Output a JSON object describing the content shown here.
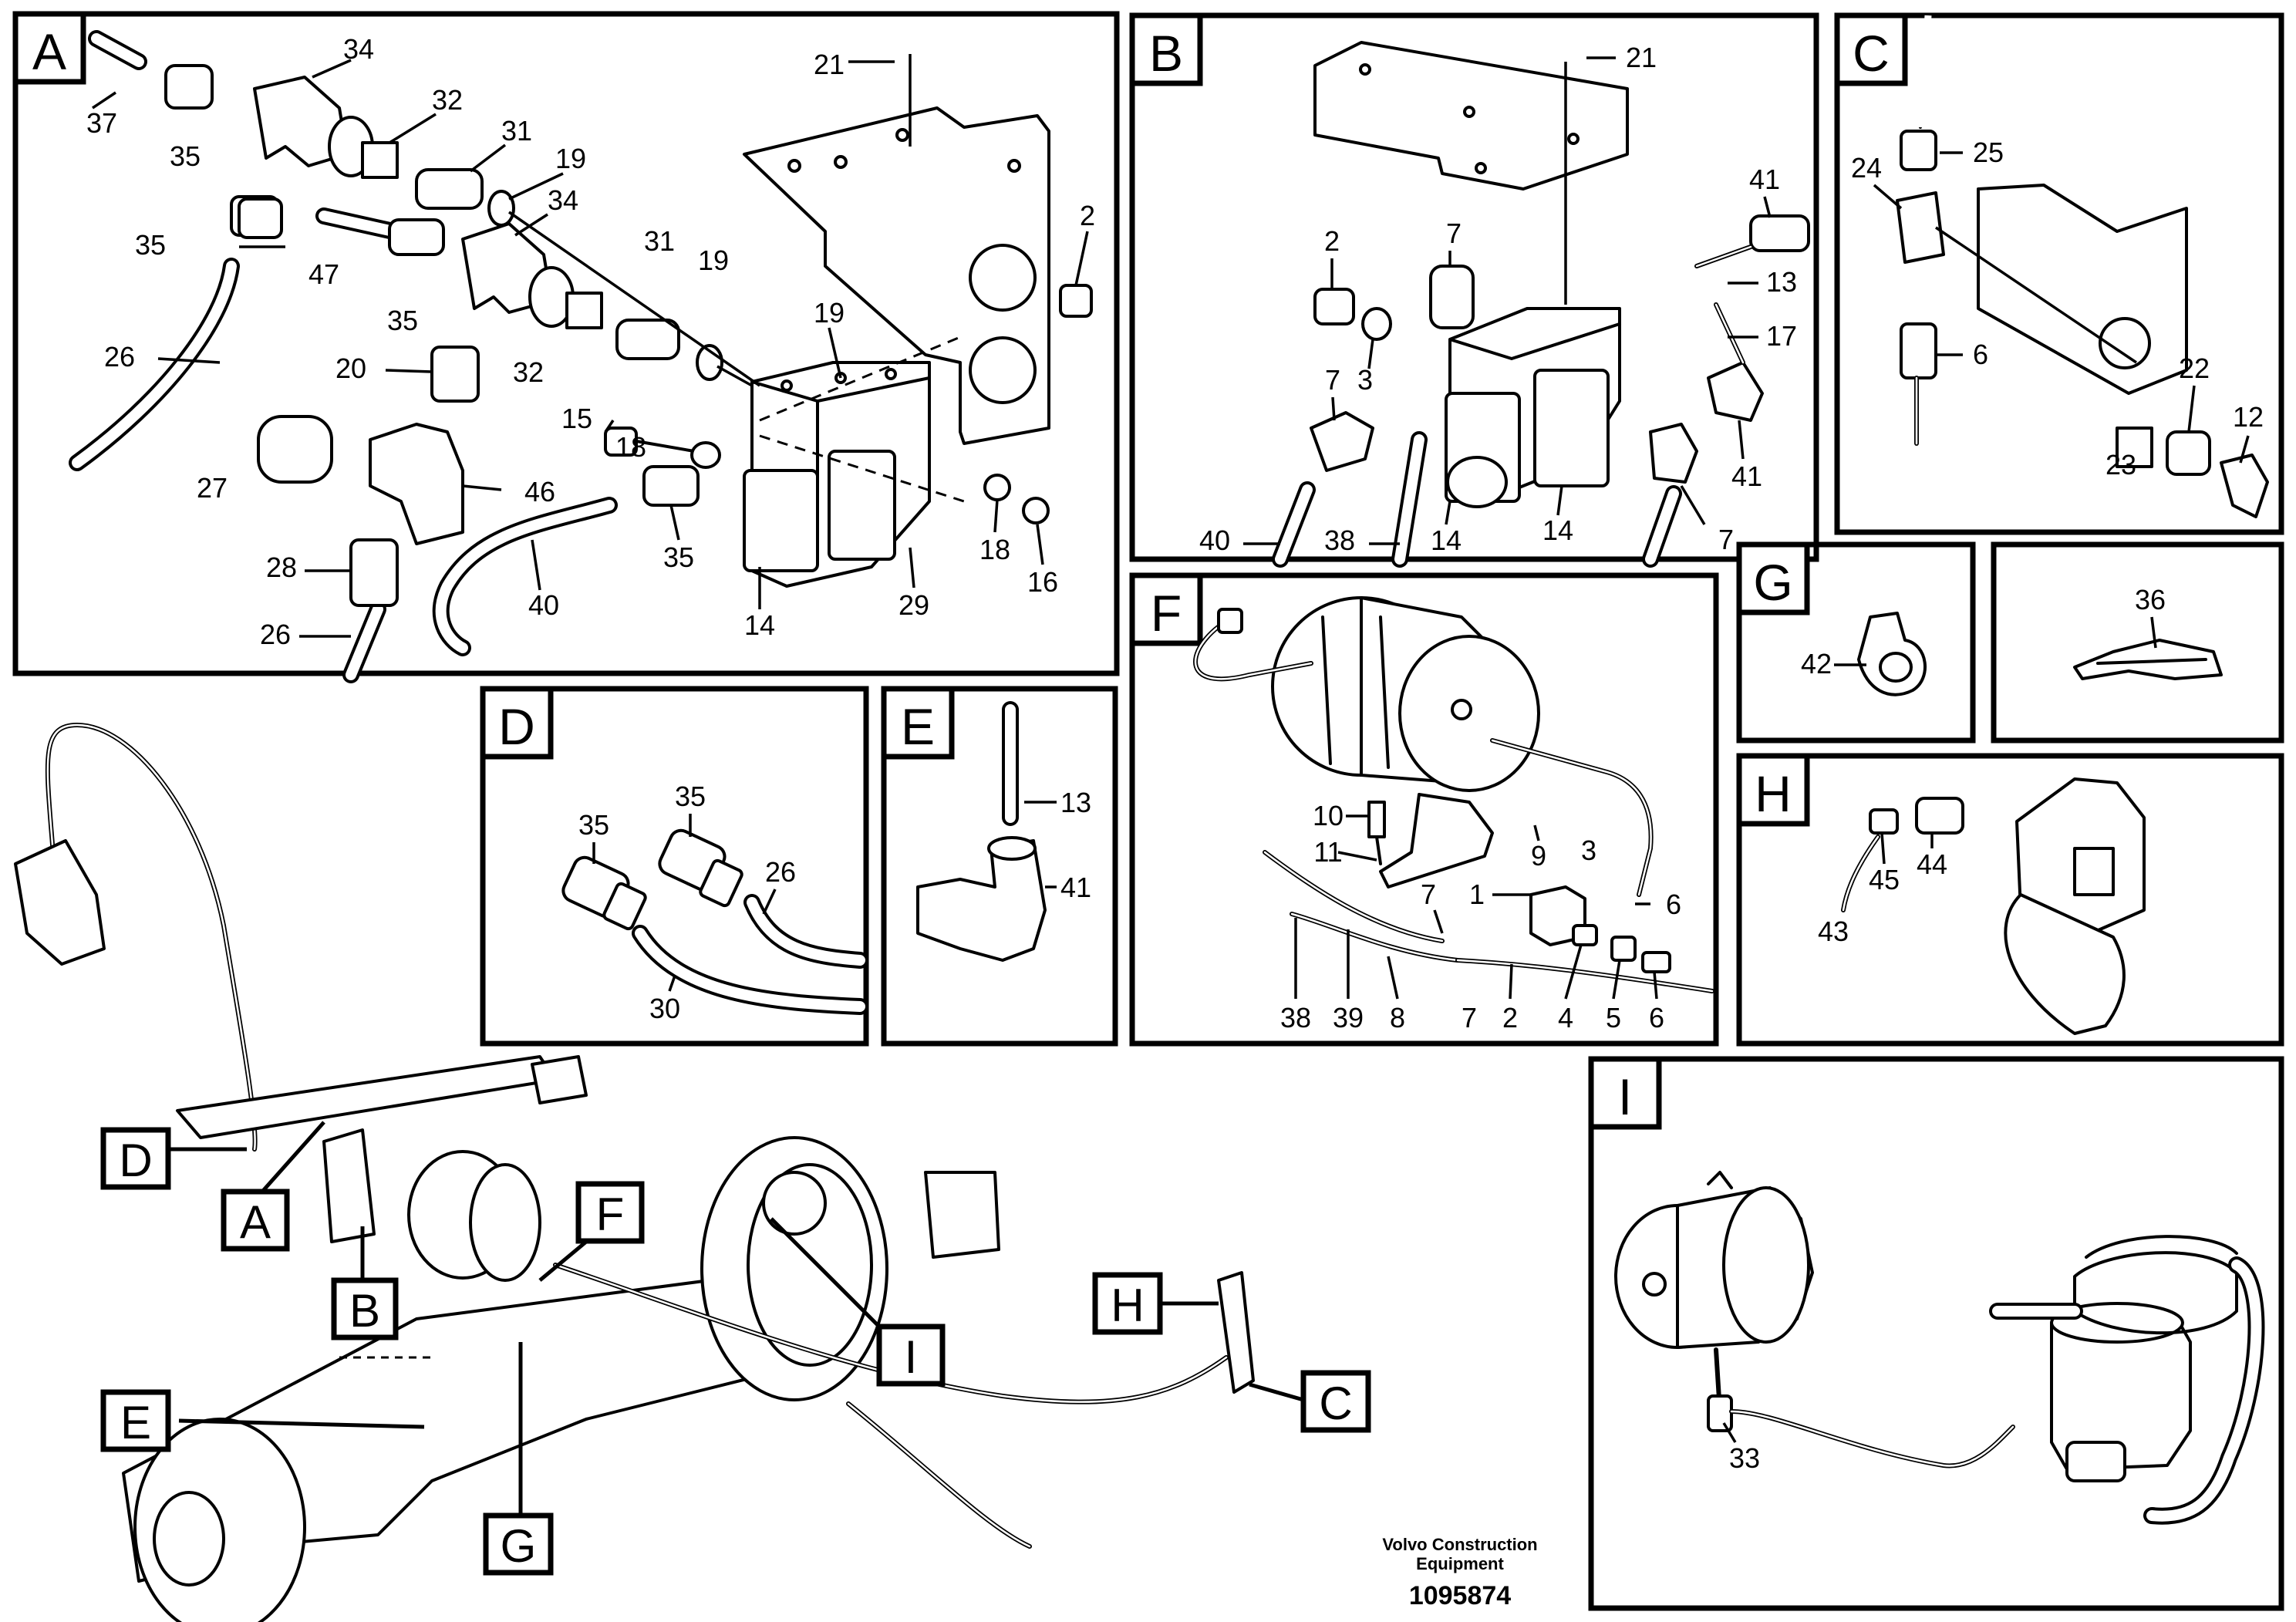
{
  "panels": [
    {
      "id": "A",
      "letter": "A"
    },
    {
      "id": "B",
      "letter": "B"
    },
    {
      "id": "C",
      "letter": "C"
    },
    {
      "id": "D",
      "letter": "D"
    },
    {
      "id": "E",
      "letter": "E"
    },
    {
      "id": "F",
      "letter": "F"
    },
    {
      "id": "G",
      "letter": "G"
    },
    {
      "id": "H",
      "letter": "H"
    },
    {
      "id": "I",
      "letter": "I"
    },
    {
      "id": "blank",
      "letter": ""
    }
  ],
  "callouts": [
    "D",
    "A",
    "B",
    "E",
    "G",
    "F",
    "I",
    "H",
    "C"
  ],
  "labels": {
    "A": [
      "37",
      "35",
      "34",
      "32",
      "31",
      "19",
      "34",
      "35",
      "47",
      "35",
      "26",
      "20",
      "31",
      "19",
      "32",
      "19",
      "15",
      "18",
      "2",
      "21",
      "27",
      "46",
      "28",
      "26",
      "40",
      "35",
      "14",
      "29",
      "18",
      "16"
    ],
    "B": [
      "21",
      "41",
      "2",
      "7",
      "13",
      "17",
      "3",
      "7",
      "41",
      "40",
      "38",
      "14",
      "14",
      "7"
    ],
    "C": [
      "25",
      "24",
      "6",
      "22",
      "23",
      "12"
    ],
    "D": [
      "35",
      "35",
      "26",
      "30"
    ],
    "E": [
      "13",
      "41"
    ],
    "F": [
      "10",
      "11",
      "9",
      "3",
      "1",
      "6",
      "7",
      "38",
      "39",
      "8",
      "7",
      "2",
      "4",
      "5",
      "6"
    ],
    "G": [
      "42"
    ],
    "blank": [
      "36"
    ],
    "H": [
      "45",
      "44",
      "43"
    ],
    "I": [
      "33"
    ]
  },
  "footer": {
    "maker_line1": "Volvo Construction",
    "maker_line2": "Equipment",
    "drawing_no": "1095874"
  }
}
